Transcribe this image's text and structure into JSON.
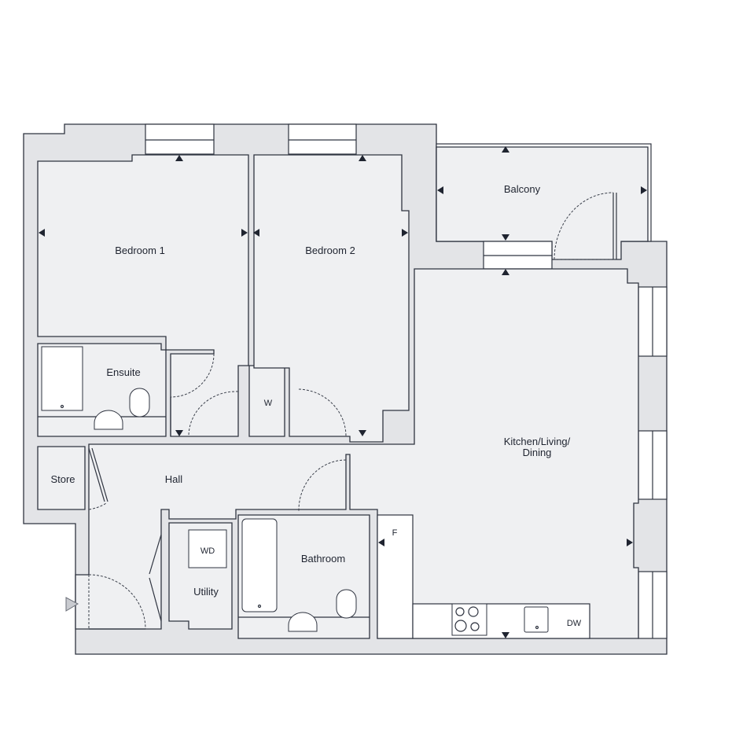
{
  "rooms": {
    "bedroom1": "Bedroom 1",
    "bedroom2": "Bedroom 2",
    "ensuite": "Ensuite",
    "wardrobe": "W",
    "balcony": "Balcony",
    "store": "Store",
    "hall": "Hall",
    "utility": "Utility",
    "bathroom": "Bathroom",
    "kitchen_line1": "Kitchen/Living/",
    "kitchen_line2": "Dining"
  },
  "fixtures": {
    "washer_dryer": "WD",
    "fridge": "F",
    "dishwasher": "DW"
  },
  "colors": {
    "wall": "#e3e4e7",
    "floor": "#eff0f2",
    "line": "#2f3440"
  }
}
